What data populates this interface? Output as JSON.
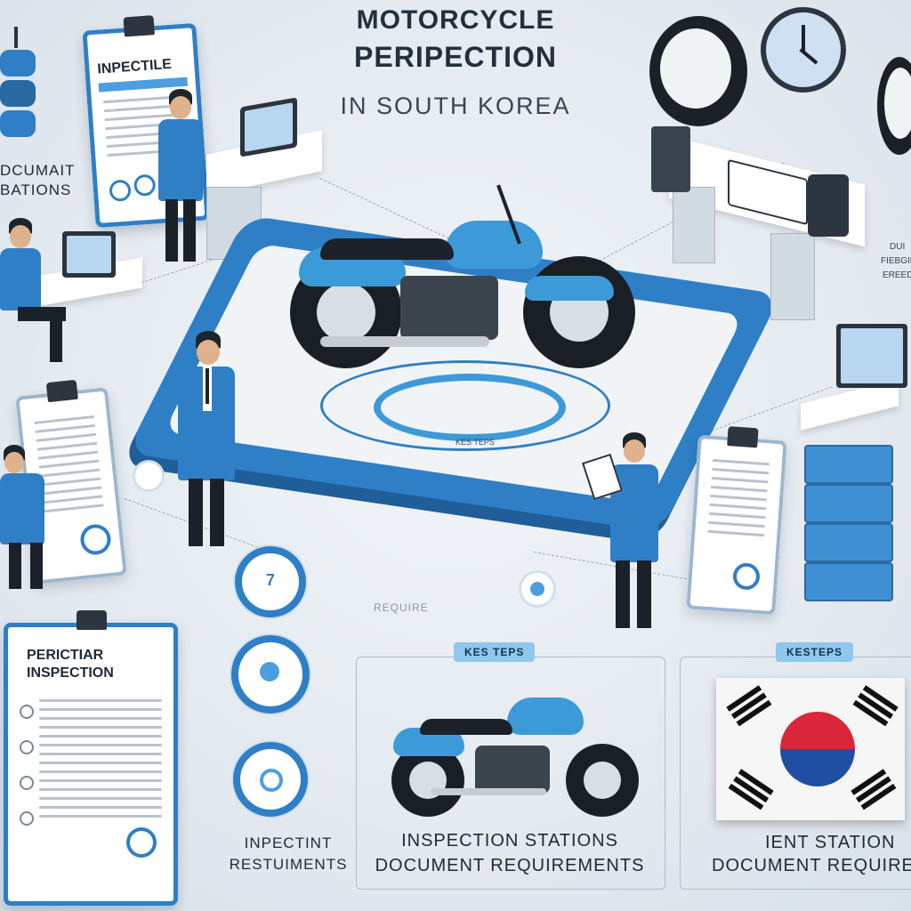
{
  "title": {
    "line1": "MOTORCYCLE",
    "line2": "PERIPECTION",
    "line3": "IN SOUTH KOREA"
  },
  "left_labels": {
    "doc_station_1": "DCUMAIT",
    "doc_station_2": "BATIONS"
  },
  "clipboard_top": {
    "heading": "INPECTILE"
  },
  "clipboard_bottom": {
    "heading_1": "PERICTIAR",
    "heading_2": "INSPECTION"
  },
  "center": {
    "faint_label": "REQUIRE",
    "circle_badge_number": "7",
    "platform_label": "KES TEPS"
  },
  "bottom_center": {
    "tag": "KES TEPS",
    "caption_1": "INSPECTION STATIONS",
    "caption_2": "DOCUMENT REQUIREMENTS"
  },
  "bottom_left": {
    "caption_1": "INPECTINT",
    "caption_2": "RESTUIMENTS"
  },
  "bottom_right": {
    "tag": "KESTEPS",
    "caption_1": "IENT STATION",
    "caption_2": "DOCUMENT REQUIREM"
  },
  "right_side_labels": {
    "line_a": "DUI",
    "line_b": "FIEBGIE",
    "line_c": "EREED"
  },
  "colors": {
    "accent_blue": "#2f7fc6",
    "light_blue": "#8ec7ef",
    "background": "#e4eaf0",
    "korea_red": "#d9263a",
    "korea_blue": "#1f4fa3"
  }
}
